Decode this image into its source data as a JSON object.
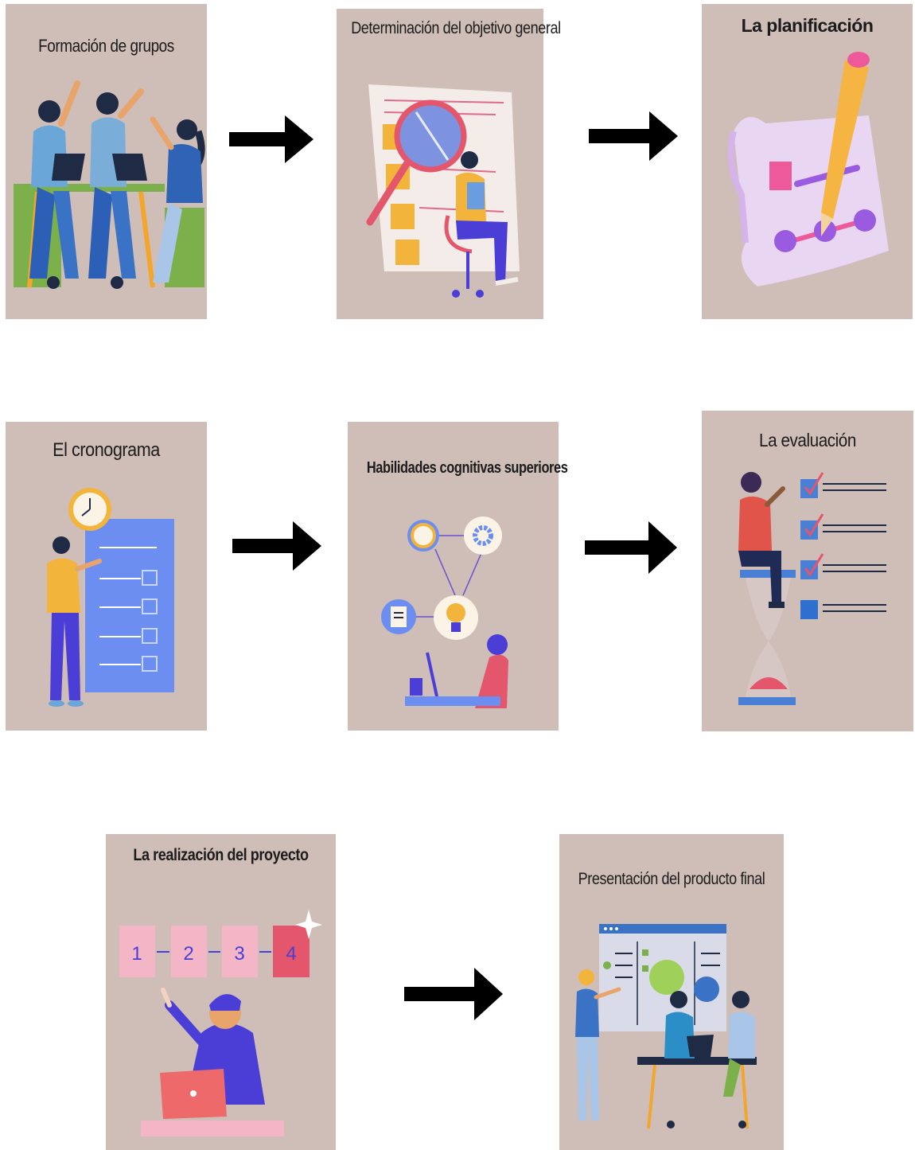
{
  "steps": [
    {
      "title": "Formación de grupos",
      "icon": "team-high-five-icon"
    },
    {
      "title": "Determinación del objetivo general",
      "icon": "magnifier-document-icon"
    },
    {
      "title": "La planificación",
      "icon": "pencil-plan-icon"
    },
    {
      "title": "El cronograma",
      "icon": "schedule-checklist-icon"
    },
    {
      "title": "Habilidades cognitivas superiores",
      "icon": "cognitive-network-icon"
    },
    {
      "title": "La evaluación",
      "icon": "hourglass-checklist-icon"
    },
    {
      "title": "La realización del proyecto",
      "icon": "project-steps-icon",
      "step_numbers": [
        "1",
        "2",
        "3",
        "4"
      ]
    },
    {
      "title": "Presentación del producto final",
      "icon": "presentation-board-icon"
    }
  ],
  "colors": {
    "card_background": "#cfbdb7",
    "arrow": "#000000",
    "accent_blue": "#4a56d8",
    "accent_orange": "#f2b43a",
    "accent_pink": "#e8577a",
    "accent_purple": "#9b5be0"
  }
}
